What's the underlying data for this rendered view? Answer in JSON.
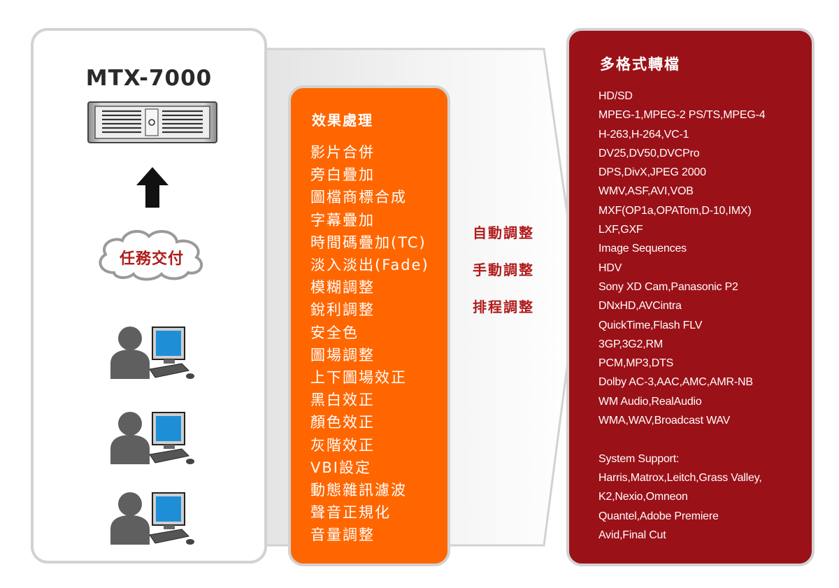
{
  "device": {
    "title": "MTX-7000"
  },
  "delivery": {
    "label": "任務交付"
  },
  "effects": {
    "title": "效果處理",
    "items": [
      "影片合併",
      "旁白疊加",
      "圖檔商標合成",
      "字幕疊加",
      "時間碼疊加(TC)",
      "淡入淡出(Fade)",
      "模糊調整",
      "銳利調整",
      "安全色",
      "圖場調整",
      "上下圖場效正",
      "黑白效正",
      "顏色效正",
      "灰階效正",
      "VBI設定",
      "動態雜訊濾波",
      "聲音正規化",
      "音量調整"
    ]
  },
  "adjust": {
    "items": [
      "自動調整",
      "手動調整",
      "排程調整"
    ]
  },
  "formats": {
    "title": "多格式轉檔",
    "items": [
      "HD/SD",
      "MPEG-1,MPEG-2 PS/TS,MPEG-4",
      "H-263,H-264,VC-1",
      "DV25,DV50,DVCPro",
      "DPS,DivX,JPEG 2000",
      "WMV,ASF,AVI,VOB",
      "MXF(OP1a,OPATom,D-10,IMX)",
      "LXF,GXF",
      "Image Sequences",
      "HDV",
      "Sony XD Cam,Panasonic P2",
      "DNxHD,AVCintra",
      "QuickTime,Flash FLV",
      "3GP,3G2,RM",
      "PCM,MP3,DTS",
      "Dolby AC-3,AAC,AMC,AMR-NB",
      "WM Audio,RealAudio",
      "WMA,WAV,Broadcast WAV"
    ],
    "support_items": [
      "System Support:",
      "Harris,Matrox,Leitch,Grass Valley,",
      "K2,Nexio,Omneon",
      "Quantel,Adobe Premiere",
      "Avid,Final Cut"
    ]
  },
  "colors": {
    "orange_panel": "#ff6600",
    "red_panel": "#9b1118",
    "accent_text": "#b01c1c",
    "panel_border": "#d2d2d2"
  }
}
